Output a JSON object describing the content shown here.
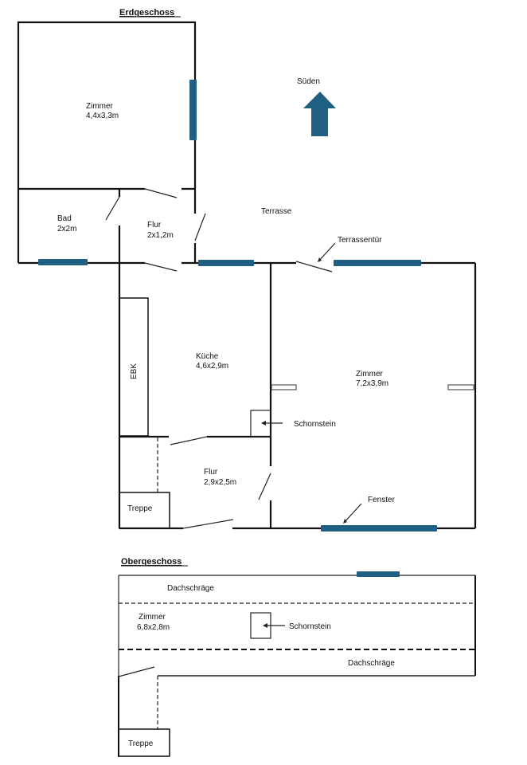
{
  "ground_floor": {
    "title": "Erdgeschoss",
    "compass": {
      "label": "Süden",
      "icon": "arrow-up-icon"
    },
    "rooms": [
      {
        "name": "Zimmer",
        "size": "4,4x3,3m"
      },
      {
        "name": "Bad",
        "size": "2x2m"
      },
      {
        "name": "Flur",
        "size": "2x1,2m"
      },
      {
        "name": "Küche",
        "size": "4,6x2,9m"
      },
      {
        "name": "Zimmer",
        "size": "7,2x3,9m"
      },
      {
        "name": "Flur",
        "size": "2,9x2,5m"
      }
    ],
    "labels": {
      "terrace": "Terrasse",
      "terrace_door": "Terrassentür",
      "kitchen_unit": "EBK",
      "chimney": "Schornstein",
      "window": "Fenster",
      "stairs": "Treppe"
    }
  },
  "upper_floor": {
    "title": "Obergeschoss",
    "rooms": [
      {
        "name": "Zimmer",
        "size": "6,8x2,8m"
      }
    ],
    "labels": {
      "slope_top": "Dachschräge",
      "slope_bottom": "Dachschräge",
      "chimney": "Schornstein",
      "stairs": "Treppe"
    }
  },
  "colors": {
    "window": "#1e5f82",
    "wall": "#111111"
  }
}
